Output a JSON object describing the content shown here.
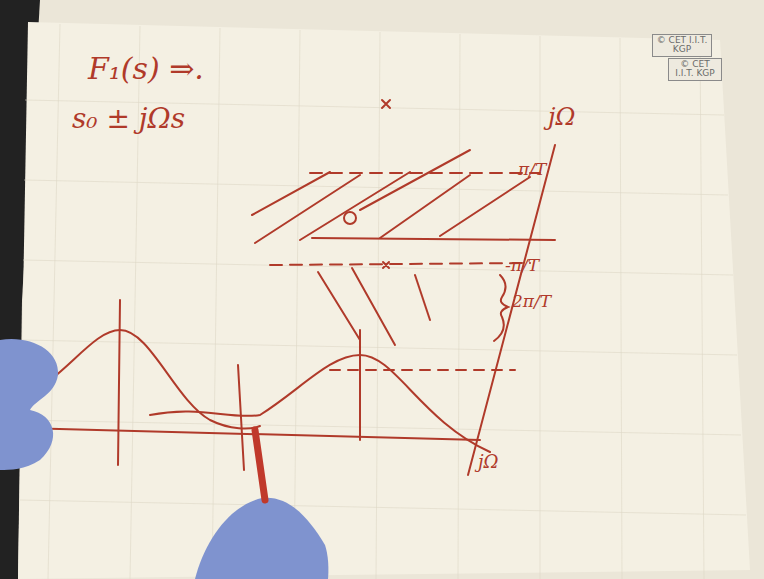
{
  "diagram": {
    "labels": [
      "F₁(s) ⇒.",
      "s₀ ± jΩs",
      "jΩ",
      "π/T",
      "-π/T",
      "2π/T",
      "jΩ",
      "© CET I.I.T. KGP",
      "© CET I.I.T. KGP"
    ]
  }
}
